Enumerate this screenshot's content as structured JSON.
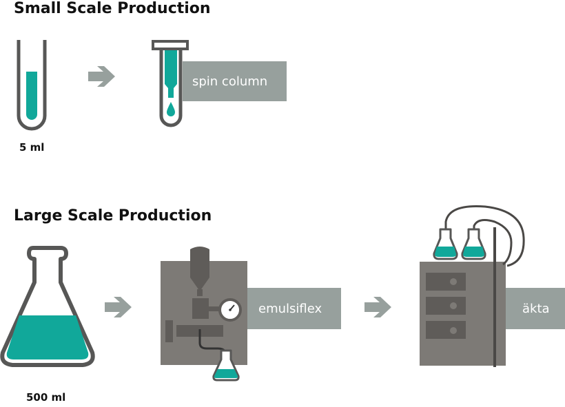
{
  "small": {
    "title": "Small Scale Production",
    "volume": "5 ml",
    "step_label": "spin column"
  },
  "large": {
    "title": "Large Scale Production",
    "volume": "500 ml",
    "step1_label": "emulsiflex",
    "step2_label": "äkta"
  },
  "icons": {
    "small_row": [
      "test-tube-icon",
      "arrow-right-icon",
      "spin-column-icon"
    ],
    "large_row": [
      "erlenmeyer-flask-icon",
      "arrow-right-icon",
      "emulsiflex-machine-icon",
      "arrow-right-icon",
      "akta-machine-icon"
    ]
  },
  "colors": {
    "liquid": "#11a89a",
    "outline": "#575756",
    "arrow": "#97a09d",
    "machine": "#7d7a76",
    "machine_dark": "#5f5c59",
    "label_box": "#97a09d"
  }
}
